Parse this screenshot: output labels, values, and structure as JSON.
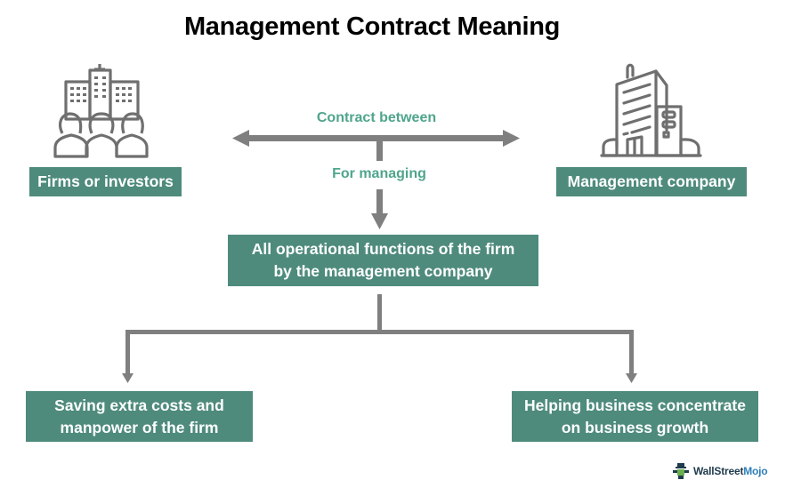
{
  "title": "Management Contract Meaning",
  "left_party": {
    "label": "Firms or investors",
    "icon": "buildings-people-icon"
  },
  "right_party": {
    "label": "Management company",
    "icon": "office-building-icon"
  },
  "connector_labels": {
    "between": "Contract between",
    "purpose": "For managing"
  },
  "center": {
    "line1": "All operational functions of the firm",
    "line2": "by the management company"
  },
  "outcomes": [
    {
      "line1": "Saving extra costs and",
      "line2": "manpower of the firm"
    },
    {
      "line1": "Helping business concentrate",
      "line2": "on business growth"
    }
  ],
  "brand": {
    "part1": "WallStreet",
    "part2": "Mojo"
  },
  "colors": {
    "box": "#4e8b7c",
    "arrow": "#7f7f7f",
    "label": "#4fa58c",
    "icon": "#6f6f6f"
  }
}
